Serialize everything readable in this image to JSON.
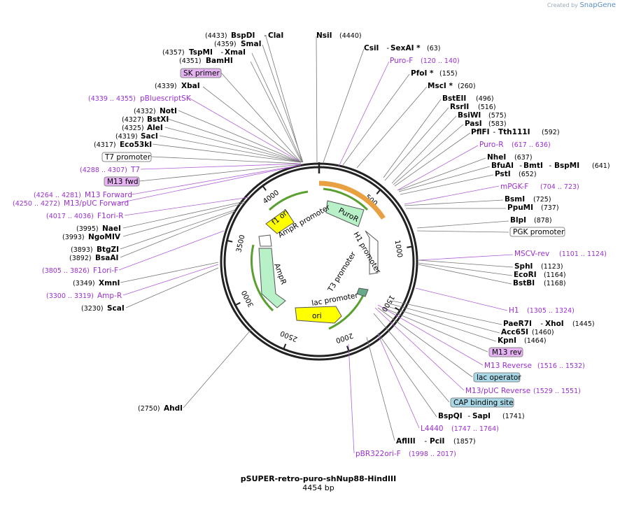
{
  "watermark": {
    "prefix": "Created by",
    "brand": "SnapGene"
  },
  "plasmid": {
    "name": "pSUPER-retro-puro-shNup88-HindIII",
    "length_label": "4454 bp",
    "length": 4454
  },
  "ticks": [
    "500",
    "1000",
    "1500",
    "2000",
    "2500",
    "3000",
    "3500",
    "4000"
  ],
  "features": [
    {
      "label": "PuroR",
      "color": "#b8f0c8",
      "dir": "cw"
    },
    {
      "label": "H1 promoter",
      "color": "#ffffff",
      "dir": "cw"
    },
    {
      "label": "T3 promoter",
      "color": "#ffffff",
      "dir": "cw"
    },
    {
      "label": "lac promoter",
      "color": "#ffffff",
      "dir": "ccw"
    },
    {
      "label": "ori",
      "color": "#ffff00",
      "dir": "cw"
    },
    {
      "label": "AmpR",
      "color": "#b8f0c8",
      "dir": "ccw"
    },
    {
      "label": "AmpR promoter",
      "color": "#ffffff",
      "dir": "ccw"
    },
    {
      "label": "f1 ori",
      "color": "#ffff00",
      "dir": "ccw"
    }
  ],
  "labels": [
    {
      "name": "BspDI",
      "extra": "ClaI",
      "pos": "(4433)",
      "type": "enzyme"
    },
    {
      "name": "SmaI",
      "pos": "(4359)",
      "type": "enzyme"
    },
    {
      "name": "TspMI",
      "extra": "XmaI",
      "pos": "(4357)",
      "type": "enzyme"
    },
    {
      "name": "BamHI",
      "pos": "(4351)",
      "type": "enzyme"
    },
    {
      "name": "SK primer",
      "type": "box",
      "color": "#e6b3f2"
    },
    {
      "name": "XbaI",
      "pos": "(4339)",
      "type": "enzyme"
    },
    {
      "name": "pBluescriptSK",
      "pos": "(4339 .. 4355)",
      "type": "purple"
    },
    {
      "name": "NotI",
      "pos": "(4332)",
      "type": "enzyme"
    },
    {
      "name": "BstXI",
      "pos": "(4327)",
      "type": "enzyme"
    },
    {
      "name": "AleI",
      "pos": "(4325)",
      "type": "enzyme"
    },
    {
      "name": "SacI",
      "pos": "(4319)",
      "type": "enzyme"
    },
    {
      "name": "Eco53kI",
      "pos": "(4317)",
      "type": "enzyme"
    },
    {
      "name": "T7 promoter",
      "type": "box",
      "color": "#ffffff"
    },
    {
      "name": "T7",
      "pos": "(4288 .. 4307)",
      "type": "purple"
    },
    {
      "name": "M13 fwd",
      "type": "box",
      "color": "#e6b3f2"
    },
    {
      "name": "M13 Forward",
      "pos": "(4264 .. 4281)",
      "type": "purple"
    },
    {
      "name": "M13/pUC Forward",
      "pos": "(4250 .. 4272)",
      "type": "purple"
    },
    {
      "name": "F1ori-R",
      "pos": "(4017 .. 4036)",
      "type": "purple"
    },
    {
      "name": "NaeI",
      "pos": "(3995)",
      "type": "enzyme"
    },
    {
      "name": "NgoMIV",
      "pos": "(3993)",
      "type": "enzyme"
    },
    {
      "name": "BtgZI",
      "pos": "(3893)",
      "type": "enzyme"
    },
    {
      "name": "BsaAI",
      "pos": "(3892)",
      "type": "enzyme"
    },
    {
      "name": "F1ori-F",
      "pos": "(3805 .. 3826)",
      "type": "purple"
    },
    {
      "name": "XmnI",
      "pos": "(3349)",
      "type": "enzyme"
    },
    {
      "name": "Amp-R",
      "pos": "(3300 .. 3319)",
      "type": "purple"
    },
    {
      "name": "ScaI",
      "pos": "(3230)",
      "type": "enzyme"
    },
    {
      "name": "AhdI",
      "pos": "(2750)",
      "type": "enzyme"
    },
    {
      "name": "NsiI",
      "pos": "(4440)",
      "type": "enzyme"
    },
    {
      "name": "CsiI",
      "extra": "SexAI *",
      "pos": "(63)",
      "type": "enzyme"
    },
    {
      "name": "Puro-F",
      "pos": "(120 .. 140)",
      "type": "purple"
    },
    {
      "name": "PfoI *",
      "pos": "(155)",
      "type": "enzyme"
    },
    {
      "name": "MscI *",
      "pos": "(260)",
      "type": "enzyme"
    },
    {
      "name": "BstEII",
      "pos": "(496)",
      "type": "enzyme"
    },
    {
      "name": "RsrII",
      "pos": "(516)",
      "type": "enzyme"
    },
    {
      "name": "BsiWI",
      "pos": "(575)",
      "type": "enzyme"
    },
    {
      "name": "PasI",
      "pos": "(583)",
      "type": "enzyme"
    },
    {
      "name": "PflFI",
      "extra": "Tth111I",
      "pos": "(592)",
      "type": "enzyme"
    },
    {
      "name": "Puro-R",
      "pos": "(617 .. 636)",
      "type": "purple"
    },
    {
      "name": "NheI",
      "pos": "(637)",
      "type": "enzyme"
    },
    {
      "name": "BfuAI",
      "extra": "BmtI",
      "extra2": "BspMI",
      "pos": "(641)",
      "type": "enzyme"
    },
    {
      "name": "PstI",
      "pos": "(652)",
      "type": "enzyme"
    },
    {
      "name": "mPGK-F",
      "pos": "(704 .. 723)",
      "type": "purple"
    },
    {
      "name": "BsmI",
      "pos": "(725)",
      "type": "enzyme"
    },
    {
      "name": "PpuMI",
      "pos": "(737)",
      "type": "enzyme"
    },
    {
      "name": "BlpI",
      "pos": "(878)",
      "type": "enzyme"
    },
    {
      "name": "PGK promoter",
      "type": "box",
      "color": "#ffffff"
    },
    {
      "name": "MSCV-rev",
      "pos": "(1101 .. 1124)",
      "type": "purple"
    },
    {
      "name": "SphI",
      "pos": "(1123)",
      "type": "enzyme"
    },
    {
      "name": "EcoRI",
      "pos": "(1164)",
      "type": "enzyme"
    },
    {
      "name": "BstBI",
      "pos": "(1168)",
      "type": "enzyme"
    },
    {
      "name": "H1",
      "pos": "(1305 .. 1324)",
      "type": "purple"
    },
    {
      "name": "PaeR7I",
      "extra": "XhoI",
      "pos": "(1445)",
      "type": "enzyme"
    },
    {
      "name": "Acc65I",
      "pos": "(1460)",
      "type": "enzyme"
    },
    {
      "name": "KpnI",
      "pos": "(1464)",
      "type": "enzyme"
    },
    {
      "name": "M13 rev",
      "type": "box",
      "color": "#e6b3f2"
    },
    {
      "name": "M13 Reverse",
      "pos": "(1516 .. 1532)",
      "type": "purple"
    },
    {
      "name": "lac operator",
      "type": "box",
      "color": "#a8d8e8"
    },
    {
      "name": "M13/pUC Reverse",
      "pos": "(1529 .. 1551)",
      "type": "purple"
    },
    {
      "name": "CAP binding site",
      "type": "box",
      "color": "#a8d8e8"
    },
    {
      "name": "BspQI",
      "extra": "SapI",
      "pos": "(1741)",
      "type": "enzyme"
    },
    {
      "name": "L4440",
      "pos": "(1747 .. 1764)",
      "type": "purple"
    },
    {
      "name": "AflIII",
      "extra": "PciI",
      "pos": "(1857)",
      "type": "enzyme"
    },
    {
      "name": "pBR322ori-F",
      "pos": "(1998 .. 2017)",
      "type": "purple"
    }
  ]
}
